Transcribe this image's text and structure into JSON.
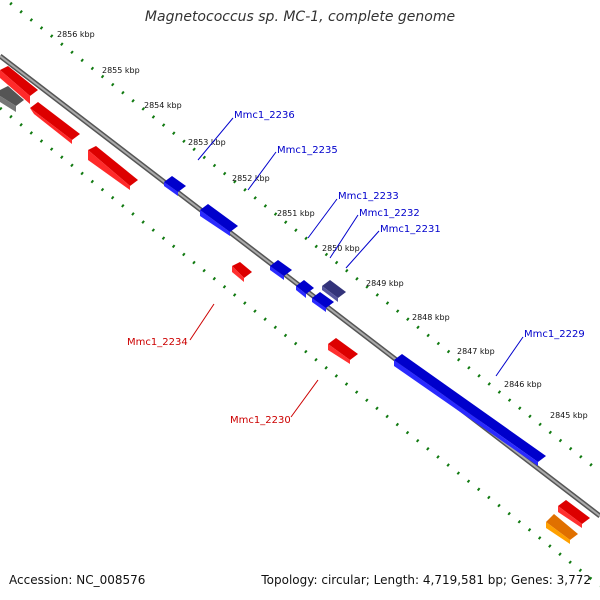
{
  "title": "Magnetococcus sp. MC-1, complete genome",
  "footer": {
    "accession": "Accession: NC_008576",
    "stats": "Topology: circular; Length: 4,719,581 bp; Genes: 3,772"
  },
  "scale_ticks": [
    {
      "label": "2856 kbp"
    },
    {
      "label": "2855 kbp"
    },
    {
      "label": "2854 kbp"
    },
    {
      "label": "2853 kbp"
    },
    {
      "label": "2852 kbp"
    },
    {
      "label": "2851 kbp"
    },
    {
      "label": "2850 kbp"
    },
    {
      "label": "2849 kbp"
    },
    {
      "label": "2848 kbp"
    },
    {
      "label": "2847 kbp"
    },
    {
      "label": "2846 kbp"
    },
    {
      "label": "2845 kbp"
    }
  ],
  "gene_labels": [
    {
      "name": "Mmc1_2236",
      "strand": "forward"
    },
    {
      "name": "Mmc1_2235",
      "strand": "forward"
    },
    {
      "name": "Mmc1_2233",
      "strand": "forward"
    },
    {
      "name": "Mmc1_2232",
      "strand": "forward"
    },
    {
      "name": "Mmc1_2231",
      "strand": "forward"
    },
    {
      "name": "Mmc1_2229",
      "strand": "forward"
    },
    {
      "name": "Mmc1_2234",
      "strand": "reverse"
    },
    {
      "name": "Mmc1_2230",
      "strand": "reverse"
    }
  ],
  "colors": {
    "forward_gene": "#0000ee",
    "reverse_gene": "#ee0000",
    "other_gene": "#ff8c00",
    "pseudo_gene": "#555555",
    "highlight_gene": "#44448c",
    "tick_dots": "#117a11",
    "backbone": "#888888"
  }
}
